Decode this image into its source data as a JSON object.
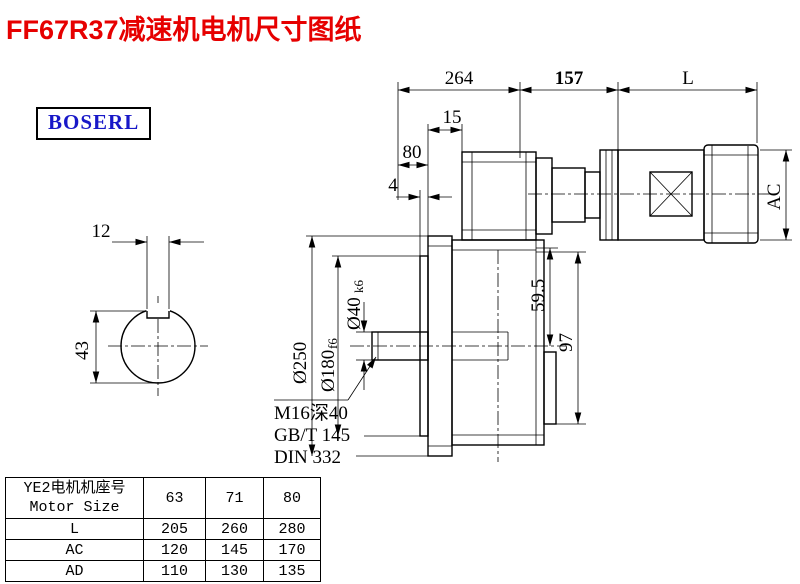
{
  "title": "FF67R37减速机电机尺寸图纸",
  "logo": "BOSERL",
  "dims": {
    "overall": "264",
    "adapter": "157",
    "motor_length": "L",
    "d15": "15",
    "d80": "80",
    "d4": "4",
    "key_width": "12",
    "key_height": "43",
    "flange_dia": "Ø250",
    "spigot_dia": "Ø180",
    "spigot_tol": "f6",
    "shaft_dia": "Ø40",
    "shaft_tol": "k6",
    "d59_5": "59.5",
    "d97": "97",
    "motor_dia": "AC"
  },
  "notes": {
    "tap": "M16深40",
    "std1": "GB/T 145",
    "std2": "DIN 332"
  },
  "table": {
    "header": {
      "label_line1": "YE2电机机座号",
      "label_line2": "Motor Size",
      "sizes": [
        "63",
        "71",
        "80"
      ]
    },
    "rows": [
      {
        "label": "L",
        "values": [
          "205",
          "260",
          "280"
        ]
      },
      {
        "label": "AC",
        "values": [
          "120",
          "145",
          "170"
        ]
      },
      {
        "label": "AD",
        "values": [
          "110",
          "130",
          "135"
        ]
      }
    ]
  }
}
